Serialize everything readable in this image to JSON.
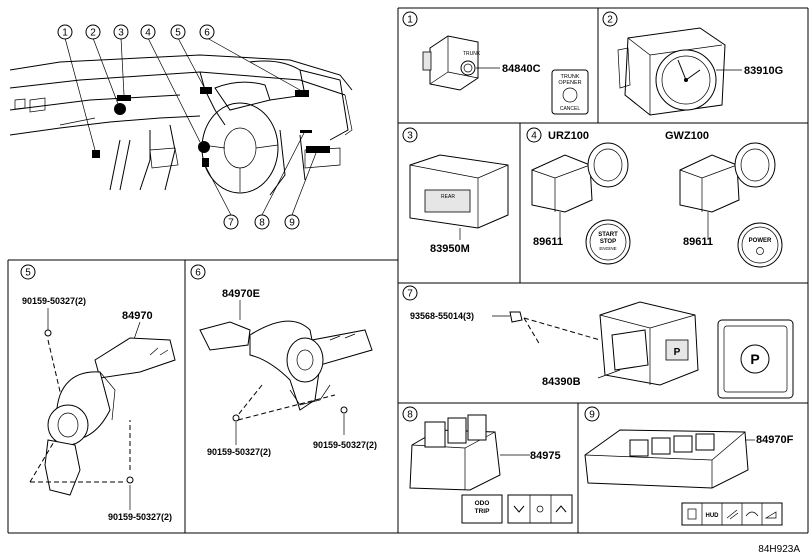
{
  "callouts": [
    "1",
    "2",
    "3",
    "4",
    "5",
    "6",
    "7",
    "8",
    "9"
  ],
  "panels": {
    "p1": {
      "index": "1",
      "part": "84840C",
      "button_text": [
        "TRUNK",
        "OPENER"
      ],
      "button_sub": "CANCEL"
    },
    "p2": {
      "index": "2",
      "part": "83910G"
    },
    "p3": {
      "index": "3",
      "part": "83950M",
      "label": "REAR"
    },
    "p4": {
      "index": "4",
      "left_variant": "URZ100",
      "right_variant": "GWZ100",
      "left_part": "89611",
      "right_part": "89611",
      "start_text": [
        "START",
        "STOP",
        "ENGINE"
      ],
      "power_text": "POWER"
    },
    "p5": {
      "index": "5",
      "part": "84970",
      "screw1": "90159-50327(2)",
      "screw2": "90159-50327(2)"
    },
    "p6": {
      "index": "6",
      "part": "84970E",
      "screw1": "90159-50327(2)",
      "screw2": "90159-50327(2)"
    },
    "p7": {
      "index": "7",
      "part": "84390B",
      "screw": "93568-55014(3)",
      "sym": "P"
    },
    "p8": {
      "index": "8",
      "part": "84975",
      "odo": [
        "ODO",
        "TRIP"
      ]
    },
    "p9": {
      "index": "9",
      "part": "84970F",
      "hud": "HUD"
    }
  },
  "figure_code": "84H923A"
}
